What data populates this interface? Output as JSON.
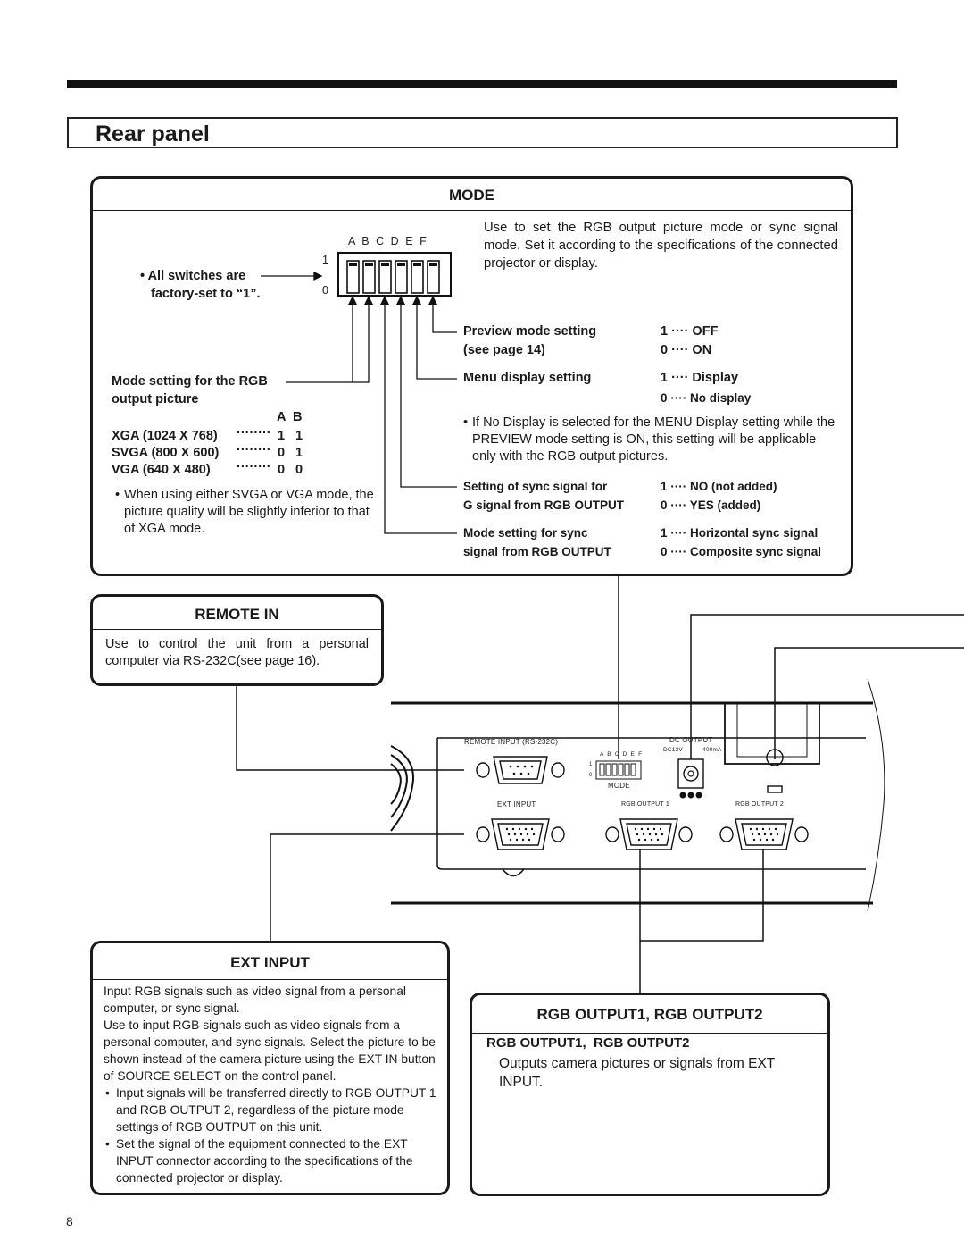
{
  "page": {
    "title": "Rear panel",
    "page_number": "8"
  },
  "mode": {
    "header": "MODE",
    "switch_letters": "A  B  C  D  E  F",
    "switch_one": "1",
    "switch_zero": "0",
    "factory_note_1": "• All switches are",
    "factory_note_2": "factory-set to “1”.",
    "desc": "Use to set the RGB output picture mode or sync signal mode. Set it according to the specifications of the connected projector or display.",
    "rgb_mode_label_1": "Mode setting for the RGB",
    "rgb_mode_label_2": "output picture",
    "ab_header": "A  B",
    "resolutions": [
      {
        "name": "XGA (1024 X 768)",
        "dots": "········",
        "a": "1",
        "b": "1"
      },
      {
        "name": "SVGA (800 X 600)",
        "dots": "········",
        "a": "0",
        "b": "1"
      },
      {
        "name": "VGA (640 X 480)",
        "dots": "········",
        "a": "0",
        "b": "0"
      }
    ],
    "svga_note": "When using either SVGA or VGA mode, the picture quality will be slightly inferior to that of XGA mode.",
    "preview_label_1": "Preview mode setting",
    "preview_label_2": "(see page 14)",
    "preview_1": "1 ···· OFF",
    "preview_0": "0 ···· ON",
    "menu_label": "Menu display setting",
    "menu_1": "1 ···· Display",
    "menu_0": "0 ···· No display",
    "menu_note": "If No Display is selected for the MENU Display setting while the PREVIEW mode setting is ON, this setting will be applicable only with the RGB output pictures.",
    "sync_g_label_1": "Setting of sync signal for",
    "sync_g_label_2": "G signal from RGB OUTPUT",
    "sync_g_1": "1 ···· NO (not added)",
    "sync_g_0": "0 ···· YES (added)",
    "sync_mode_label_1": "Mode setting for sync",
    "sync_mode_label_2": "signal from RGB OUTPUT",
    "sync_mode_1": "1 ···· Horizontal sync signal",
    "sync_mode_0": "0 ···· Composite sync signal"
  },
  "remote_in": {
    "header": "REMOTE IN",
    "desc": "Use to control the unit from a personal computer via RS-232C(see page 16)."
  },
  "ext_input": {
    "header": "EXT INPUT",
    "desc_1": "Input RGB signals such as video signal from a personal computer, or sync signal.",
    "desc_2": "Use to input RGB signals such as video signals from a personal computer, and sync signals. Select the picture to be shown instead of the camera picture using the EXT IN button of SOURCE SELECT on the control panel.",
    "bullet_1": "Input signals will be transferred directly to RGB OUTPUT 1 and RGB OUTPUT 2, regardless of the picture mode settings of RGB OUTPUT on this unit.",
    "bullet_2": "Set the signal of the equipment connected to the EXT INPUT connector according to the specifications of the connected projector or display."
  },
  "rgb_output": {
    "header": "RGB OUTPUT1, RGB OUTPUT2",
    "sub": "RGB OUTPUT1,  RGB OUTPUT2",
    "desc": "Outputs camera pictures or signals from EXT INPUT."
  },
  "device": {
    "remote_input": "REMOTE INPUT (RS-232C)",
    "dc_output": "DC OUTPUT",
    "dc_spec_left": "DC12V",
    "dc_spec_right": "400mA",
    "mini_letters": "A  B  C  D  E  F",
    "mini_one": "1",
    "mini_zero": "0",
    "mode": "MODE",
    "ext_input": "EXT INPUT",
    "rgb_output_1": "RGB OUTPUT 1",
    "rgb_output_2": "RGB OUTPUT 2"
  }
}
